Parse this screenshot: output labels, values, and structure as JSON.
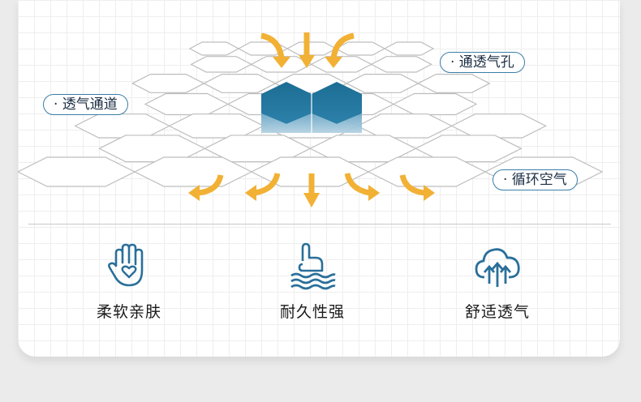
{
  "callouts": {
    "top_right": "· 通透气孔",
    "left": "· 透气通道",
    "bottom_right": "· 循环空气"
  },
  "features": [
    {
      "label": "柔软亲肤",
      "icon": "hand-heart-icon"
    },
    {
      "label": "耐久性强",
      "icon": "finger-press-icon"
    },
    {
      "label": "舒适透气",
      "icon": "cloud-arrows-icon"
    }
  ],
  "colors": {
    "accent": "#3a7ea8",
    "arrow": "#f2b134",
    "block": "#1f6e94"
  }
}
